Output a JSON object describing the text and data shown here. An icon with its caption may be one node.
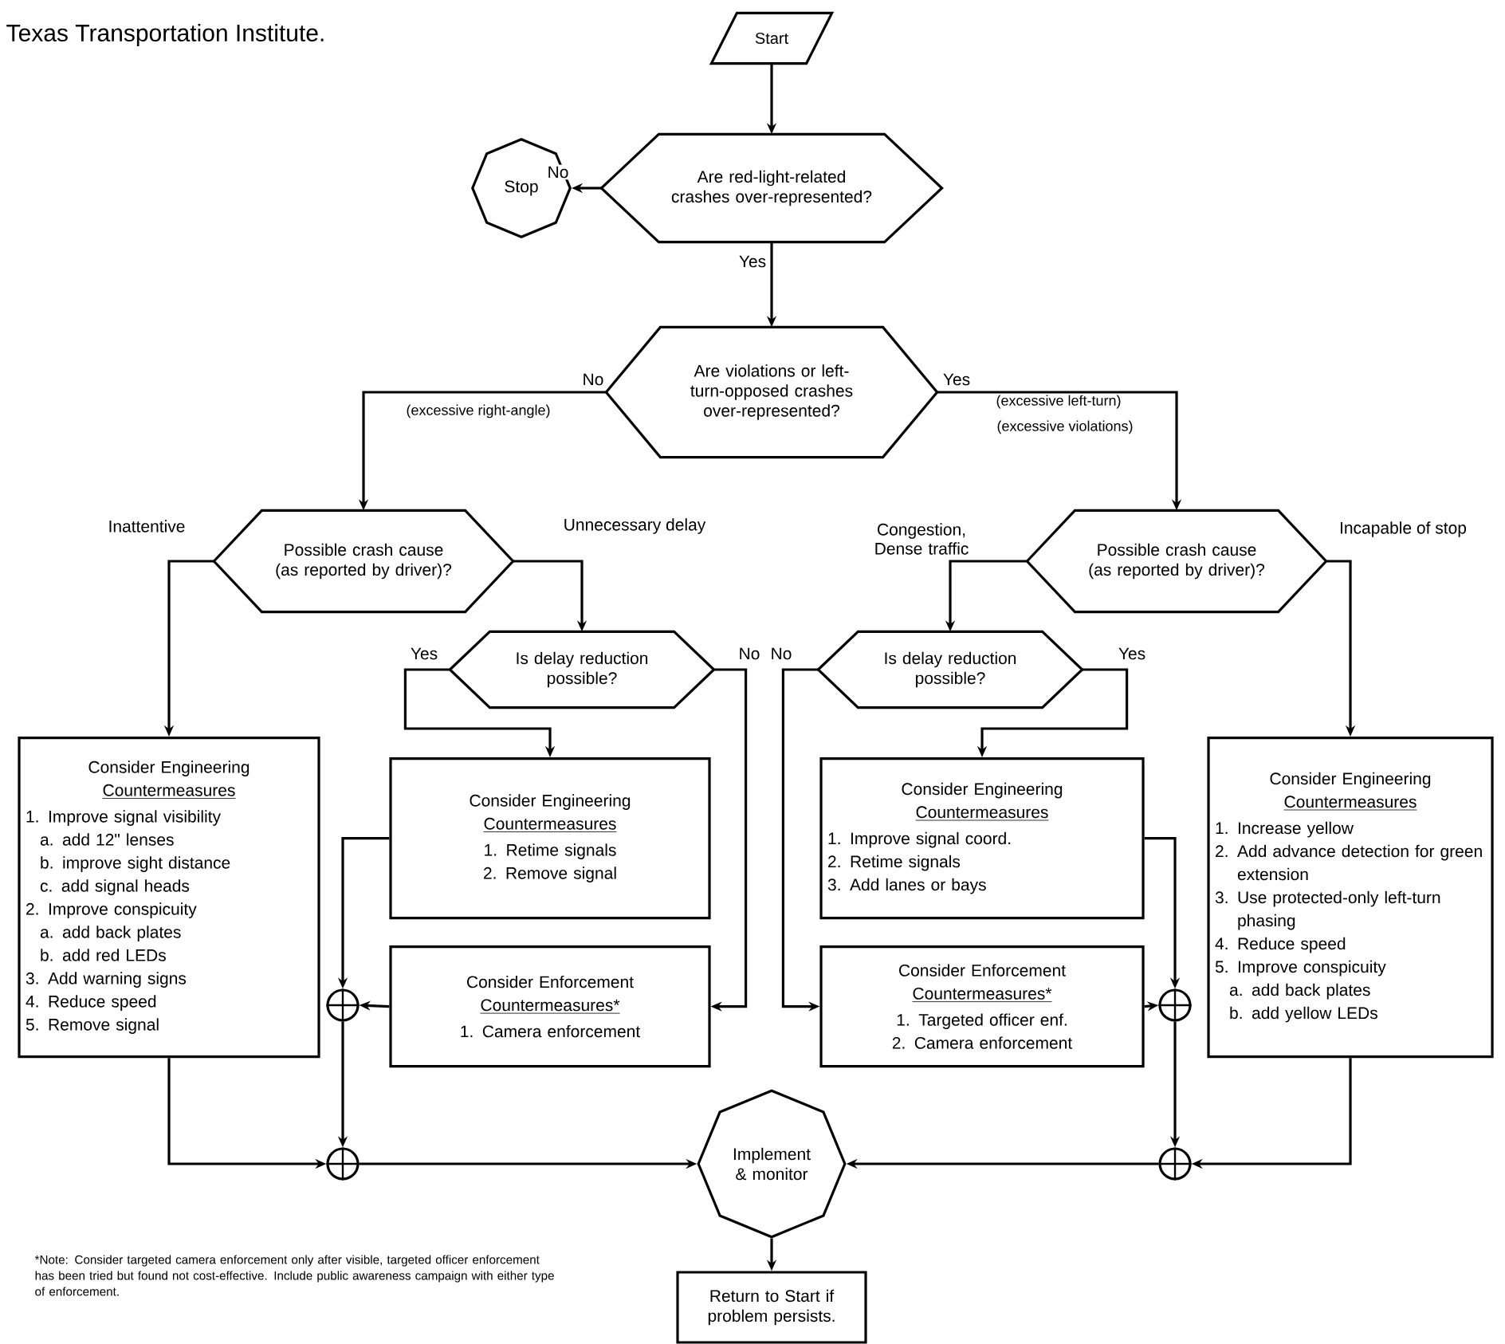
{
  "diagram": {
    "nodes": [
      {
        "text": [
          "Start"
        ]
      },
      {
        "text": [
          "Stop"
        ]
      },
      {
        "text": [
          "Are red-light-related crashes over-represented?"
        ]
      },
      {
        "text": [
          "Are violations or left-turn-opposed crashes over-represented?"
        ]
      },
      {
        "text": [
          "Possible crash cause (as reported by driver)?"
        ]
      },
      {
        "text": [
          "Possible crash cause (as reported by driver)?"
        ]
      },
      {
        "text": [
          "Is delay reduction possible?"
        ]
      },
      {
        "text": [
          "Is delay reduction possible?"
        ]
      },
      {
        "text": [
          "Consider Engineering",
          "Countermeasures",
          "1. Improve signal visibility",
          "a. add 12\" lenses",
          "b. improve sight distance",
          "c. add signal heads",
          "2. Improve conspicuity",
          "a. add back plates",
          "b. add red LEDs",
          "3. Add warning signs",
          "4. Reduce speed",
          "5. Remove signal"
        ]
      },
      {
        "text": [
          "Consider Engineering",
          "Countermeasures",
          "1. Retime signals",
          "2. Remove signal"
        ]
      },
      {
        "text": [
          "Consider Enforcement",
          "Countermeasures*",
          "1. Camera enforcement"
        ]
      },
      {
        "text": [
          "Consider Engineering",
          "Countermeasures",
          "1. Improve signal coord.",
          "2. Retime signals",
          "3. Add lanes or bays"
        ]
      },
      {
        "text": [
          "Consider Enforcement",
          "Countermeasures*",
          "1. Targeted officer enf.",
          "2. Camera enforcement"
        ]
      },
      {
        "text": [
          "Consider Engineering",
          "Countermeasures",
          "1. Increase yellow",
          "2. Add advance detection for green extension",
          "3. Use protected-only left-turn phasing",
          "4. Reduce speed",
          "5. Improve conspicuity",
          "a. add back plates",
          "b. add yellow LEDs"
        ]
      },
      {
        "text": [],
        "shape": "circle"
      },
      {
        "text": [],
        "shape": "circle"
      },
      {
        "text": [],
        "shape": "circle"
      },
      {
        "text": [],
        "shape": "circle"
      },
      {
        "text": [
          "Implement & monitor"
        ]
      },
      {
        "text": [
          "Return to Start if problem persists."
        ]
      }
    ],
    "edges": [
      {
        "from": 0,
        "to": 2,
        "arrow": "to"
      },
      {
        "from": 2,
        "to": 1,
        "arrow": "to",
        "label": "No"
      },
      {
        "from": 2,
        "to": 3,
        "arrow": "to",
        "label": "Yes"
      },
      {
        "from": 3,
        "to": 4,
        "arrow": "to",
        "label": "No"
      },
      {
        "from": 3,
        "to": 5,
        "arrow": "to",
        "label": "Yes"
      },
      {
        "from": 4,
        "to": 8,
        "arrow": "to",
        "label": "Inattentive"
      },
      {
        "from": 4,
        "to": 6,
        "arrow": "to",
        "label": "Unnecessary delay"
      },
      {
        "from": 5,
        "to": 7,
        "arrow": "to",
        "label": "Congestion, Dense traffic"
      },
      {
        "from": 5,
        "to": 13,
        "arrow": "to",
        "label": "Incapable of stop"
      },
      {
        "from": 6,
        "to": 9,
        "arrow": "to",
        "label": "Yes"
      },
      {
        "from": 6,
        "to": 10,
        "arrow": "to",
        "label": "No"
      },
      {
        "from": 7,
        "to": 11,
        "arrow": "to",
        "label": "Yes"
      },
      {
        "from": 7,
        "to": 12,
        "arrow": "to",
        "label": "No"
      },
      {
        "from": 9,
        "to": 14,
        "arrow": "to"
      },
      {
        "from": 10,
        "to": 14,
        "arrow": "to"
      },
      {
        "from": 14,
        "to": 15,
        "arrow": "to"
      },
      {
        "from": 8,
        "to": 15,
        "arrow": "to"
      },
      {
        "from": 11,
        "to": 16,
        "arrow": "to"
      },
      {
        "from": 12,
        "to": 16,
        "arrow": "to"
      },
      {
        "from": 16,
        "to": 17,
        "arrow": "to"
      },
      {
        "from": 13,
        "to": 17,
        "arrow": "to"
      },
      {
        "from": 15,
        "to": 18,
        "arrow": "to"
      },
      {
        "from": 17,
        "to": 18,
        "arrow": "to"
      },
      {
        "from": 18,
        "to": 19,
        "arrow": "to"
      }
    ],
    "labels": [
      "Texas Transportation Institute.",
      "(excessive right-angle)",
      "(excessive left-turn)",
      "(excessive violations)",
      "*Note: Consider targeted camera enforcement only after visible, targeted officer enforcement has been tried but found not cost-effective.  Include public awareness campaign with either type of enforcement."
    ]
  }
}
